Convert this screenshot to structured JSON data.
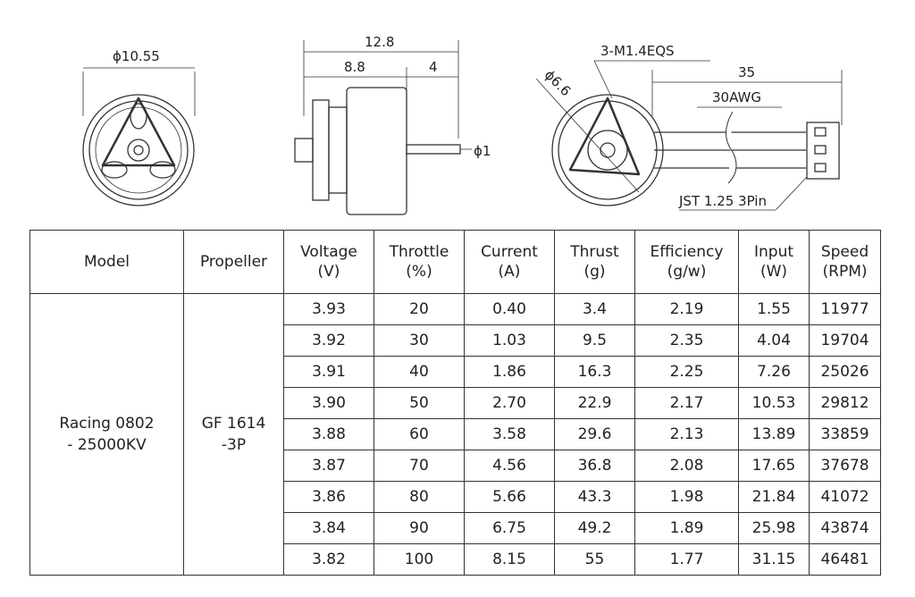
{
  "drawing": {
    "front_diameter": "ϕ10.55",
    "side_total_length": "12.8",
    "side_body_length": "8.8",
    "side_shaft_length": "4",
    "shaft_diameter": "ϕ1",
    "mount_screws": "3-M1.4EQS",
    "mount_circle_diameter": "ϕ6.6",
    "wire_length": "35",
    "wire_gauge": "30AWG",
    "connector": "JST 1.25 3Pin"
  },
  "table": {
    "headers": [
      "Model",
      "Propeller",
      "Voltage\n(V)",
      "Throttle\n(%)",
      "Current\n(A)",
      "Thrust\n(g)",
      "Efficiency\n(g/w)",
      "Input\n(W)",
      "Speed\n(RPM)"
    ],
    "model": "Racing 0802\n- 25000KV",
    "propeller": "GF 1614\n-3P",
    "rows": [
      [
        "3.93",
        "20",
        "0.40",
        "3.4",
        "2.19",
        "1.55",
        "11977"
      ],
      [
        "3.92",
        "30",
        "1.03",
        "9.5",
        "2.35",
        "4.04",
        "19704"
      ],
      [
        "3.91",
        "40",
        "1.86",
        "16.3",
        "2.25",
        "7.26",
        "25026"
      ],
      [
        "3.90",
        "50",
        "2.70",
        "22.9",
        "2.17",
        "10.53",
        "29812"
      ],
      [
        "3.88",
        "60",
        "3.58",
        "29.6",
        "2.13",
        "13.89",
        "33859"
      ],
      [
        "3.87",
        "70",
        "4.56",
        "36.8",
        "2.08",
        "17.65",
        "37678"
      ],
      [
        "3.86",
        "80",
        "5.66",
        "43.3",
        "1.98",
        "21.84",
        "41072"
      ],
      [
        "3.84",
        "90",
        "6.75",
        "49.2",
        "1.89",
        "25.98",
        "43874"
      ],
      [
        "3.82",
        "100",
        "8.15",
        "55",
        "1.77",
        "31.15",
        "46481"
      ]
    ]
  }
}
